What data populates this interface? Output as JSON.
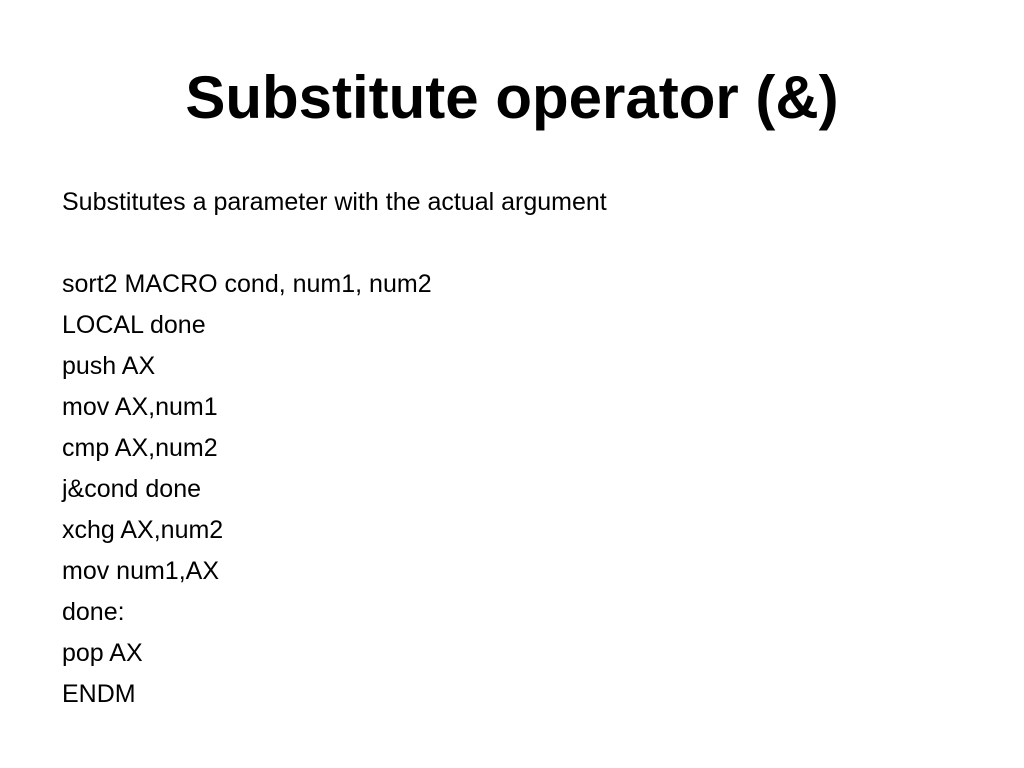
{
  "slide": {
    "title": "Substitute operator (&)",
    "intro": "Substitutes a parameter with the actual argument",
    "code_lines": [
      "sort2 MACRO cond, num1, num2",
      "LOCAL done",
      "push AX",
      "mov AX,num1",
      "cmp AX,num2",
      "j&cond done",
      "xchg AX,num2",
      "mov num1,AX",
      "done:",
      "pop AX",
      "ENDM"
    ]
  }
}
